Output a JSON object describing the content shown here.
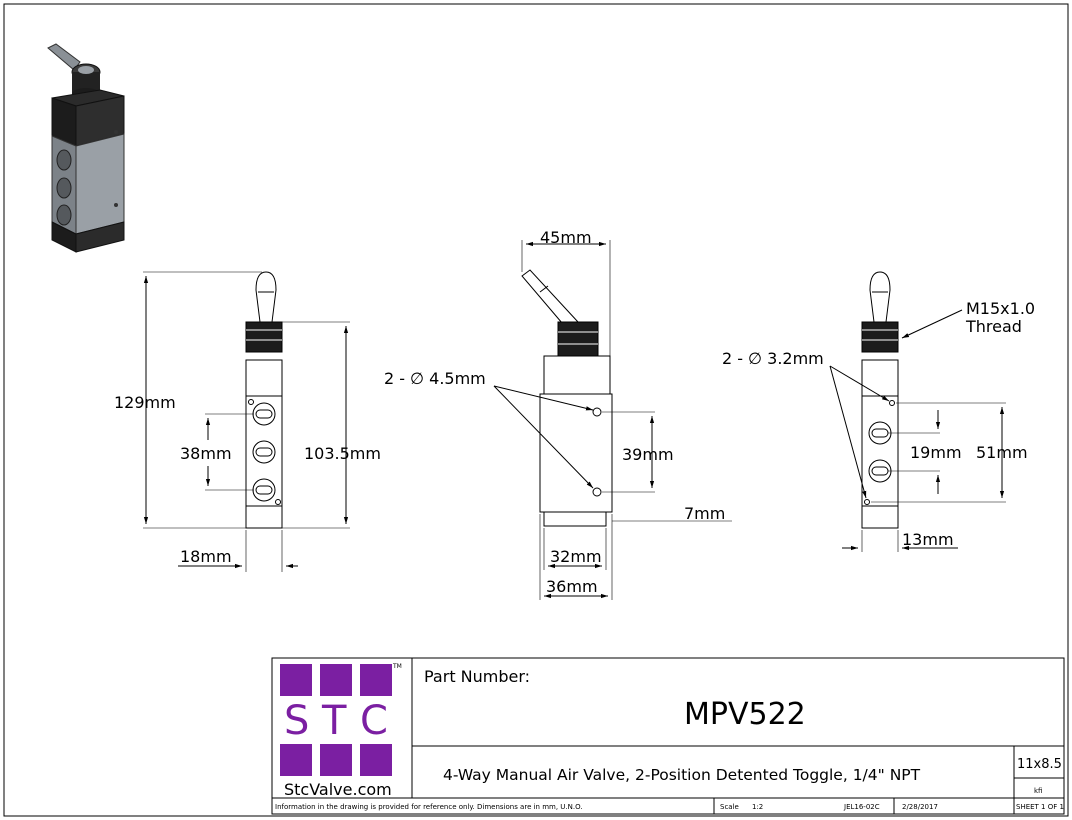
{
  "dimensions": {
    "height_total": "129mm",
    "port_spacing": "38mm",
    "body_height": "103.5mm",
    "width_side": "18mm",
    "toggle_width": "45mm",
    "hole_front": "2 - ∅ 4.5mm",
    "hole_spacing_front": "39mm",
    "base_offset": "7mm",
    "width_inner": "32mm",
    "width_outer": "36mm",
    "thread_line1": "M15x1.0",
    "thread_line2": "Thread",
    "hole_side": "2 - ∅ 3.2mm",
    "port_spacing_side": "19mm",
    "hole_spacing_side": "51mm",
    "side_offset": "13mm"
  },
  "title_block": {
    "logo_letters": [
      "S",
      "T",
      "C"
    ],
    "logo_tm": "TM",
    "logo_site": "StcValve.com",
    "part_number_label": "Part Number:",
    "part_number": "MPV522",
    "description": "4-Way Manual Air Valve, 2-Position Detented Toggle, 1/4\" NPT",
    "paper_size": "11x8.5",
    "kfi": "kfi",
    "disclaimer": "Information in the drawing is provided for reference only. Dimensions are in mm, U.N.O.",
    "scale_label": "Scale",
    "scale_value": "1:2",
    "drawing_code": "JEL16-02C",
    "date": "2/28/2017",
    "sheet": "SHEET 1 OF 1"
  },
  "colors": {
    "logo_purple": "#7b1fa2",
    "valve_body": "#8a9096",
    "valve_dark": "#1c1c1c"
  }
}
